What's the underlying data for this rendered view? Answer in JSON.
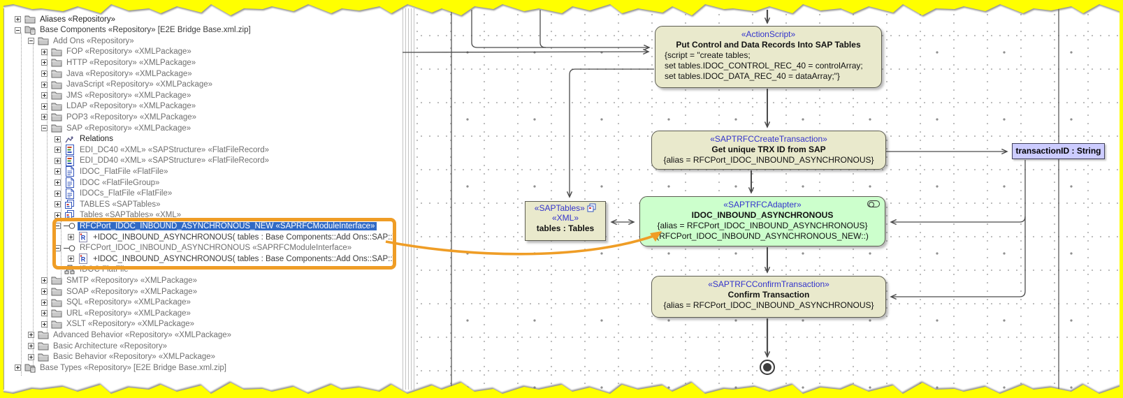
{
  "tree": {
    "items": [
      {
        "label": "Aliases «Repository»",
        "level": 0,
        "expand": "plus",
        "icon": "folder",
        "tone": "dark"
      },
      {
        "label": "Base Components «Repository» [E2E Bridge Base.xml.zip]",
        "level": 0,
        "expand": "minus",
        "icon": "folderzip",
        "tone": "mid"
      },
      {
        "label": "Add Ons «Repository»",
        "level": 1,
        "expand": "minus",
        "icon": "folder"
      },
      {
        "label": "FOP «Repository» «XMLPackage»",
        "level": 2,
        "expand": "plus",
        "icon": "folder"
      },
      {
        "label": "HTTP «Repository» «XMLPackage»",
        "level": 2,
        "expand": "plus",
        "icon": "folder"
      },
      {
        "label": "Java «Repository» «XMLPackage»",
        "level": 2,
        "expand": "plus",
        "icon": "folder"
      },
      {
        "label": "JavaScript «Repository» «XMLPackage»",
        "level": 2,
        "expand": "plus",
        "icon": "folder"
      },
      {
        "label": "JMS «Repository» «XMLPackage»",
        "level": 2,
        "expand": "plus",
        "icon": "folder"
      },
      {
        "label": "LDAP «Repository» «XMLPackage»",
        "level": 2,
        "expand": "plus",
        "icon": "folder"
      },
      {
        "label": "POP3 «Repository» «XMLPackage»",
        "level": 2,
        "expand": "plus",
        "icon": "folder"
      },
      {
        "label": "SAP «Repository» «XMLPackage»",
        "level": 2,
        "expand": "minus",
        "icon": "folder"
      },
      {
        "label": "Relations",
        "level": 3,
        "expand": "plus",
        "icon": "relations",
        "tone": "dark"
      },
      {
        "label": "EDI_DC40 «XML» «SAPStructure» «FlatFileRecord»",
        "level": 3,
        "expand": "plus",
        "icon": "xmldoc"
      },
      {
        "label": "EDI_DD40 «XML» «SAPStructure» «FlatFileRecord»",
        "level": 3,
        "expand": "plus",
        "icon": "xmldoc"
      },
      {
        "label": "IDOC_FlatFile «FlatFile»",
        "level": 3,
        "expand": "plus",
        "icon": "flatfile"
      },
      {
        "label": "IDOC «FlatFileGroup»",
        "level": 3,
        "expand": "plus",
        "icon": "flatfile"
      },
      {
        "label": "IDOCs_FlatFile «FlatFile»",
        "level": 3,
        "expand": "plus",
        "icon": "flatfile"
      },
      {
        "label": "TABLES «SAPTables»",
        "level": 3,
        "expand": "plus",
        "icon": "saptables"
      },
      {
        "label": "Tables «SAPTables» «XML»",
        "level": 3,
        "expand": "plus",
        "icon": "saptables"
      },
      {
        "label": "RFCPort_IDOC_INBOUND_ASYNCHRONOUS_NEW «SAPRFCModuleInterface»",
        "level": 3,
        "expand": "minus",
        "icon": "port",
        "selected": true
      },
      {
        "label": "+IDOC_INBOUND_ASYNCHRONOUS( tables : Base Components::Add Ons::SAP::Tables ) «",
        "level": 4,
        "expand": "plus",
        "icon": "operation",
        "tone": "mid"
      },
      {
        "label": "RFCPort_IDOC_INBOUND_ASYNCHRONOUS «SAPRFCModuleInterface»",
        "level": 3,
        "expand": "minus",
        "icon": "port"
      },
      {
        "label": "+IDOC_INBOUND_ASYNCHRONOUS( tables : Base Components::Add Ons::SAP::TABLES )",
        "level": 4,
        "expand": "plus",
        "icon": "operation",
        "tone": "mid"
      },
      {
        "label": "IDOC FlatFile",
        "level": 3,
        "expand": "none",
        "icon": "diagram"
      },
      {
        "label": "SMTP «Repository» «XMLPackage»",
        "level": 2,
        "expand": "plus",
        "icon": "folder"
      },
      {
        "label": "SOAP «Repository» «XMLPackage»",
        "level": 2,
        "expand": "plus",
        "icon": "folder"
      },
      {
        "label": "SQL «Repository» «XMLPackage»",
        "level": 2,
        "expand": "plus",
        "icon": "folder"
      },
      {
        "label": "URL «Repository» «XMLPackage»",
        "level": 2,
        "expand": "plus",
        "icon": "folder"
      },
      {
        "label": "XSLT «Repository» «XMLPackage»",
        "level": 2,
        "expand": "plus",
        "icon": "folder"
      },
      {
        "label": "Advanced Behavior «Repository» «XMLPackage»",
        "level": 1,
        "expand": "plus",
        "icon": "folder"
      },
      {
        "label": "Basic Architecture «Repository»",
        "level": 1,
        "expand": "plus",
        "icon": "folder"
      },
      {
        "label": "Basic Behavior «Repository» «XMLPackage»",
        "level": 1,
        "expand": "plus",
        "icon": "folder"
      },
      {
        "label": "Base Types «Repository» [E2E Bridge Base.xml.zip]",
        "level": 0,
        "expand": "plus",
        "icon": "folderzip"
      }
    ]
  },
  "diagram": {
    "nodes": {
      "action_script": {
        "stereotype": "«ActionScript»",
        "title": "Put Control and Data Records Into SAP Tables",
        "lines": [
          "{script = \"create tables;",
          "set tables.IDOC_CONTROL_REC_40 = controlArray;",
          "set tables.IDOC_DATA_REC_40 = dataArray;\"}"
        ]
      },
      "create_transaction": {
        "stereotype": "«SAPTRFCCreateTransaction»",
        "title": "Get unique TRX ID from SAP",
        "lines": [
          "{alias = RFCPort_IDOC_INBOUND_ASYNCHRONOUS}"
        ]
      },
      "sap_tables": {
        "stereotype1": "«SAPTables»",
        "stereotype2": "«XML»",
        "title": "tables : Tables"
      },
      "adapter": {
        "stereotype": "«SAPTRFCAdapter»",
        "title": "IDOC_INBOUND_ASYNCHRONOUS",
        "lines": [
          "{alias = RFCPort_IDOC_INBOUND_ASYNCHRONOUS}",
          "(RFCPort_IDOC_INBOUND_ASYNCHRONOUS_NEW::)"
        ]
      },
      "confirm_transaction": {
        "stereotype": "«SAPTRFCConfirmTransaction»",
        "title": "Confirm Transaction",
        "lines": [
          "{alias = RFCPort_IDOC_INBOUND_ASYNCHRONOUS}"
        ]
      },
      "transaction_id": {
        "label": "transactionID : String"
      }
    },
    "colors": {
      "node_fill": "#E9E9CC",
      "adapter_fill": "#CCFFCC",
      "object_fill": "#CCCCFF",
      "stereotype_text": "#3333CC",
      "selection_blue": "#316AC5",
      "annotation_orange": "#EF9D26",
      "border_yellow": "#FFFF00"
    }
  }
}
